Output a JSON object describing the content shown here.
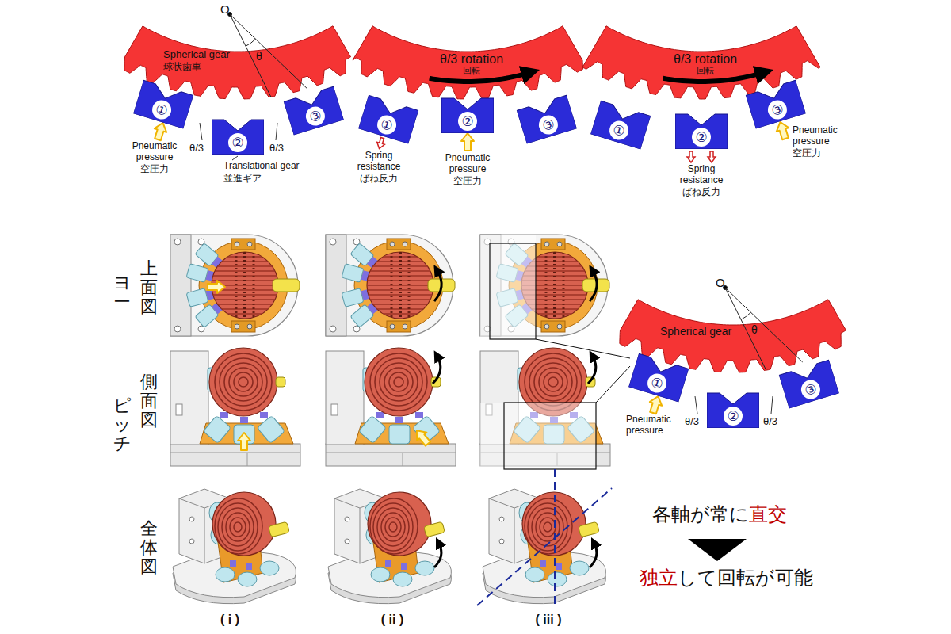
{
  "diagram": {
    "nodes": [
      {
        "text": [
          "①"
        ]
      },
      {
        "text": [
          "②"
        ]
      },
      {
        "text": [
          "③"
        ]
      },
      {
        "text": [
          "①"
        ]
      },
      {
        "text": [
          "②"
        ]
      },
      {
        "text": [
          "③"
        ]
      },
      {
        "text": [
          "①"
        ]
      },
      {
        "text": [
          "②"
        ]
      },
      {
        "text": [
          "③"
        ]
      },
      {
        "text": [
          "①"
        ]
      },
      {
        "text": [
          "②"
        ]
      },
      {
        "text": [
          "③"
        ]
      }
    ],
    "labels": [
      "O",
      "θ",
      "Spherical gear",
      "球状歯車",
      "Pneumatic pressure",
      "空圧力",
      "θ/3",
      "θ/3",
      "Translational gear",
      "並進ギア",
      "θ/3 rotation",
      "回転",
      "Spring resistance",
      "ばね反力",
      "Pneumatic pressure",
      "空圧力",
      "θ/3 rotation",
      "回転",
      "Spring resistance",
      "ばね反力",
      "Pneumatic pressure",
      "空圧力",
      "上面図",
      "ヨー",
      "側面図",
      "ピッチ",
      "全体図",
      "O",
      "θ",
      "Spherical gear",
      "Pneumatic pressure",
      "θ/3",
      "θ/3",
      "( i )",
      "( ii )",
      "( iii )",
      "各軸が常に",
      "直交",
      "独立",
      "して回転が可能"
    ]
  }
}
